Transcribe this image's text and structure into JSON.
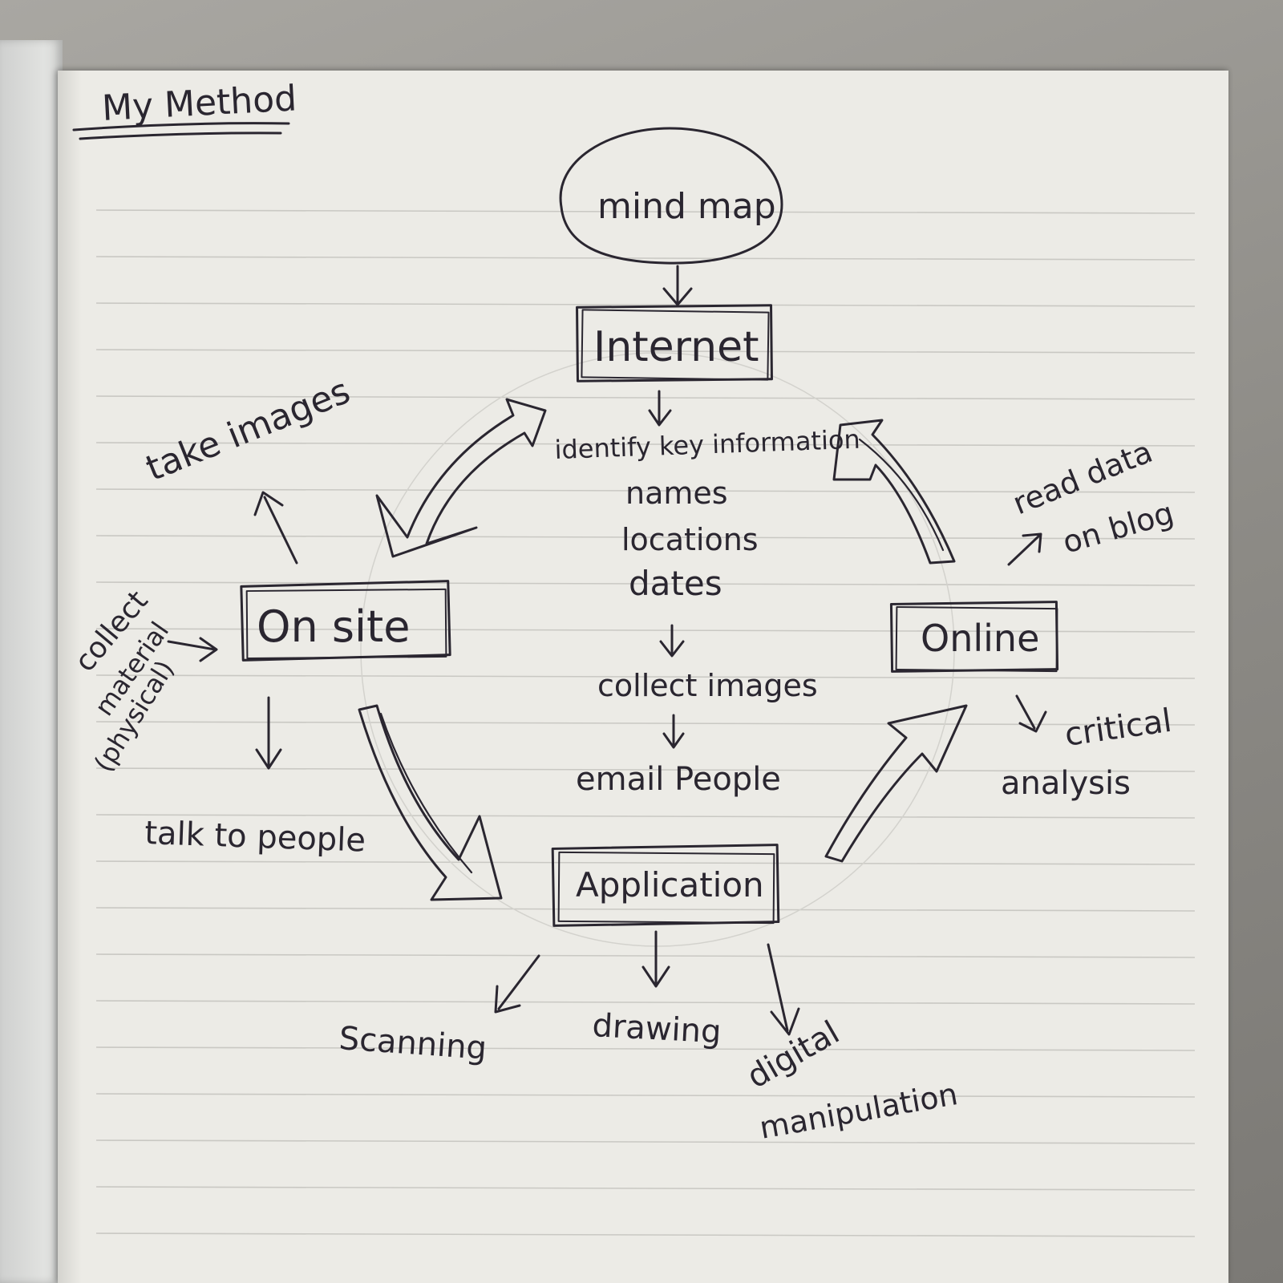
{
  "title": "My Method",
  "nodes": {
    "mind_map": "mind map",
    "internet": "Internet",
    "on_site": "On site",
    "online": "Online",
    "application": "Application"
  },
  "center_steps": {
    "identify": "identify key information",
    "names": "names",
    "locations": "locations",
    "dates": "dates",
    "collect_images": "collect images",
    "email_people": "email People"
  },
  "on_site_branches": {
    "take_images": "take images",
    "collect_material": [
      "collect",
      "material",
      "(physical)"
    ],
    "talk_to_people": "talk to people"
  },
  "online_branches": {
    "read_data": [
      "read data",
      "on blog"
    ],
    "critical_analysis": [
      "critical",
      "analysis"
    ]
  },
  "application_branches": {
    "scanning": "Scanning",
    "drawing": "drawing",
    "digital_manipulation": [
      "digital",
      "manipulation"
    ]
  },
  "colors": {
    "ink": "#2a2630",
    "paper": "#ecebe6",
    "rule_line": "#c9c8c3"
  }
}
